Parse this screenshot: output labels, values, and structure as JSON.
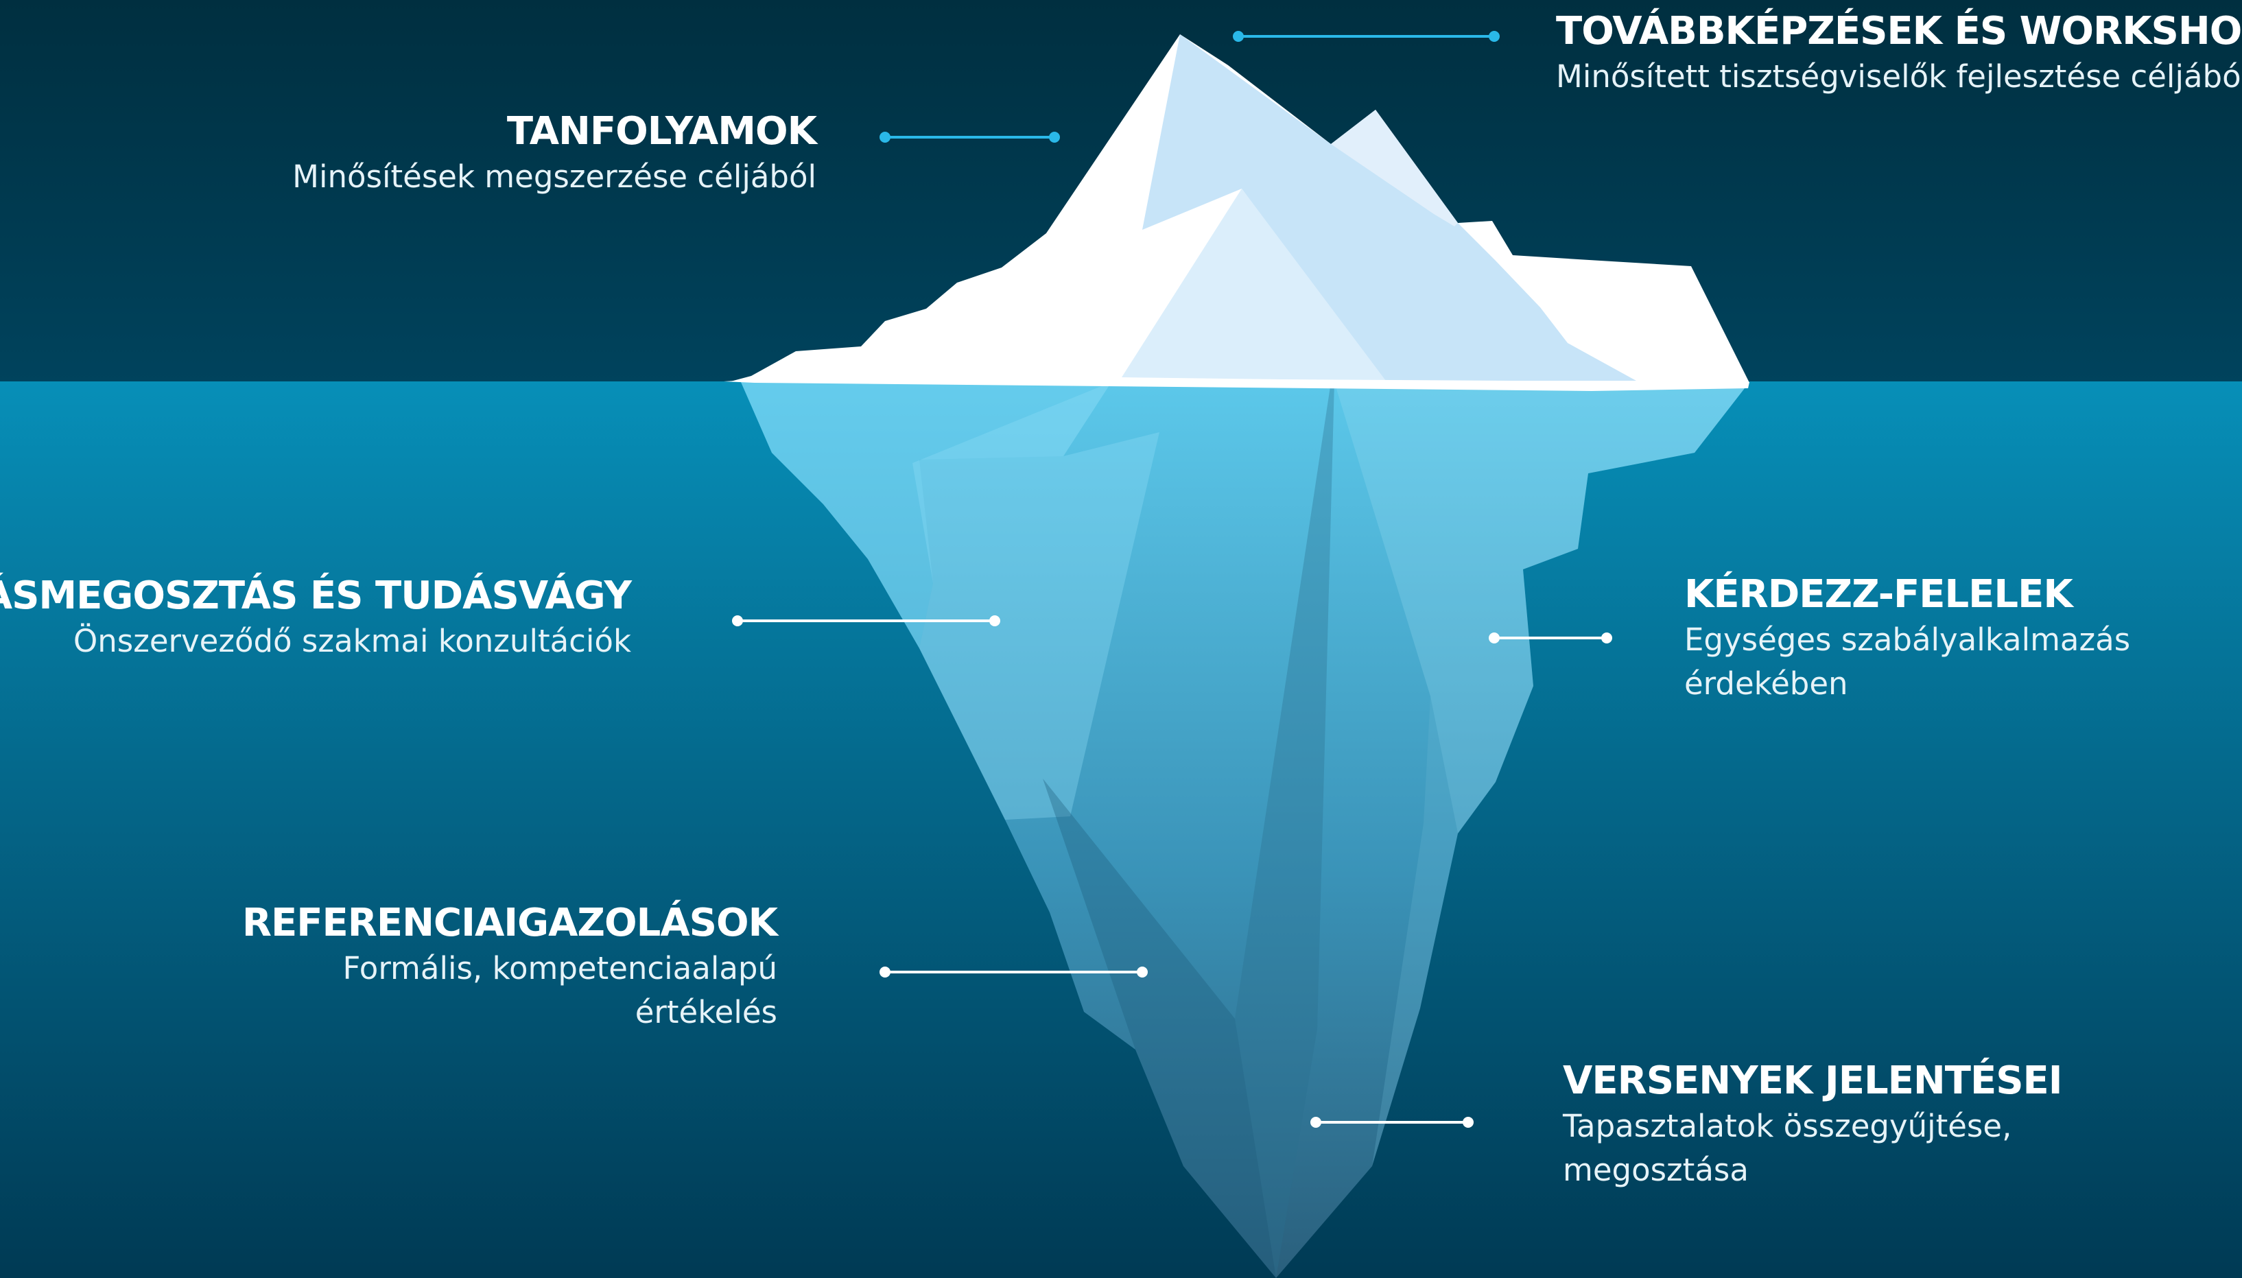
{
  "labels": {
    "tovabbkepzesek": {
      "title": "TOVÁBBKÉPZÉSEK ÉS WORKSHOPOK",
      "subtitle": "Minősített tisztségviselők fejlesztése céljából"
    },
    "tanfolyamok": {
      "title": "TANFOLYAMOK",
      "subtitle": "Minősítések megszerzése céljából"
    },
    "tudasmegosztas": {
      "title": "TUDÁSMEGOSZTÁS ÉS TUDÁSVÁGY",
      "subtitle": "Önszerveződő szakmai konzultációk"
    },
    "kerdezz": {
      "title": "KÉRDEZZ-FELELEK",
      "subtitle_line1": "Egységes szabályalkalmazás",
      "subtitle_line2": "érdekében"
    },
    "referencia": {
      "title": "REFERENCIAIGAZOLÁSOK",
      "subtitle_line1": "Formális, kompetenciaalapú",
      "subtitle_line2": "értékelés"
    },
    "versenyek": {
      "title": "VERSENYEK JELENTÉSEI",
      "subtitle_line1": "Tapasztalatok összegyűjtése,",
      "subtitle_line2": "megosztása"
    }
  },
  "colors": {
    "sky_top": "#002f40",
    "sky_bottom": "#00405a",
    "water_top": "#078fb8",
    "water_bottom": "#003a54",
    "connector_above": "#2ab8e8",
    "connector_below": "#ffffff"
  }
}
